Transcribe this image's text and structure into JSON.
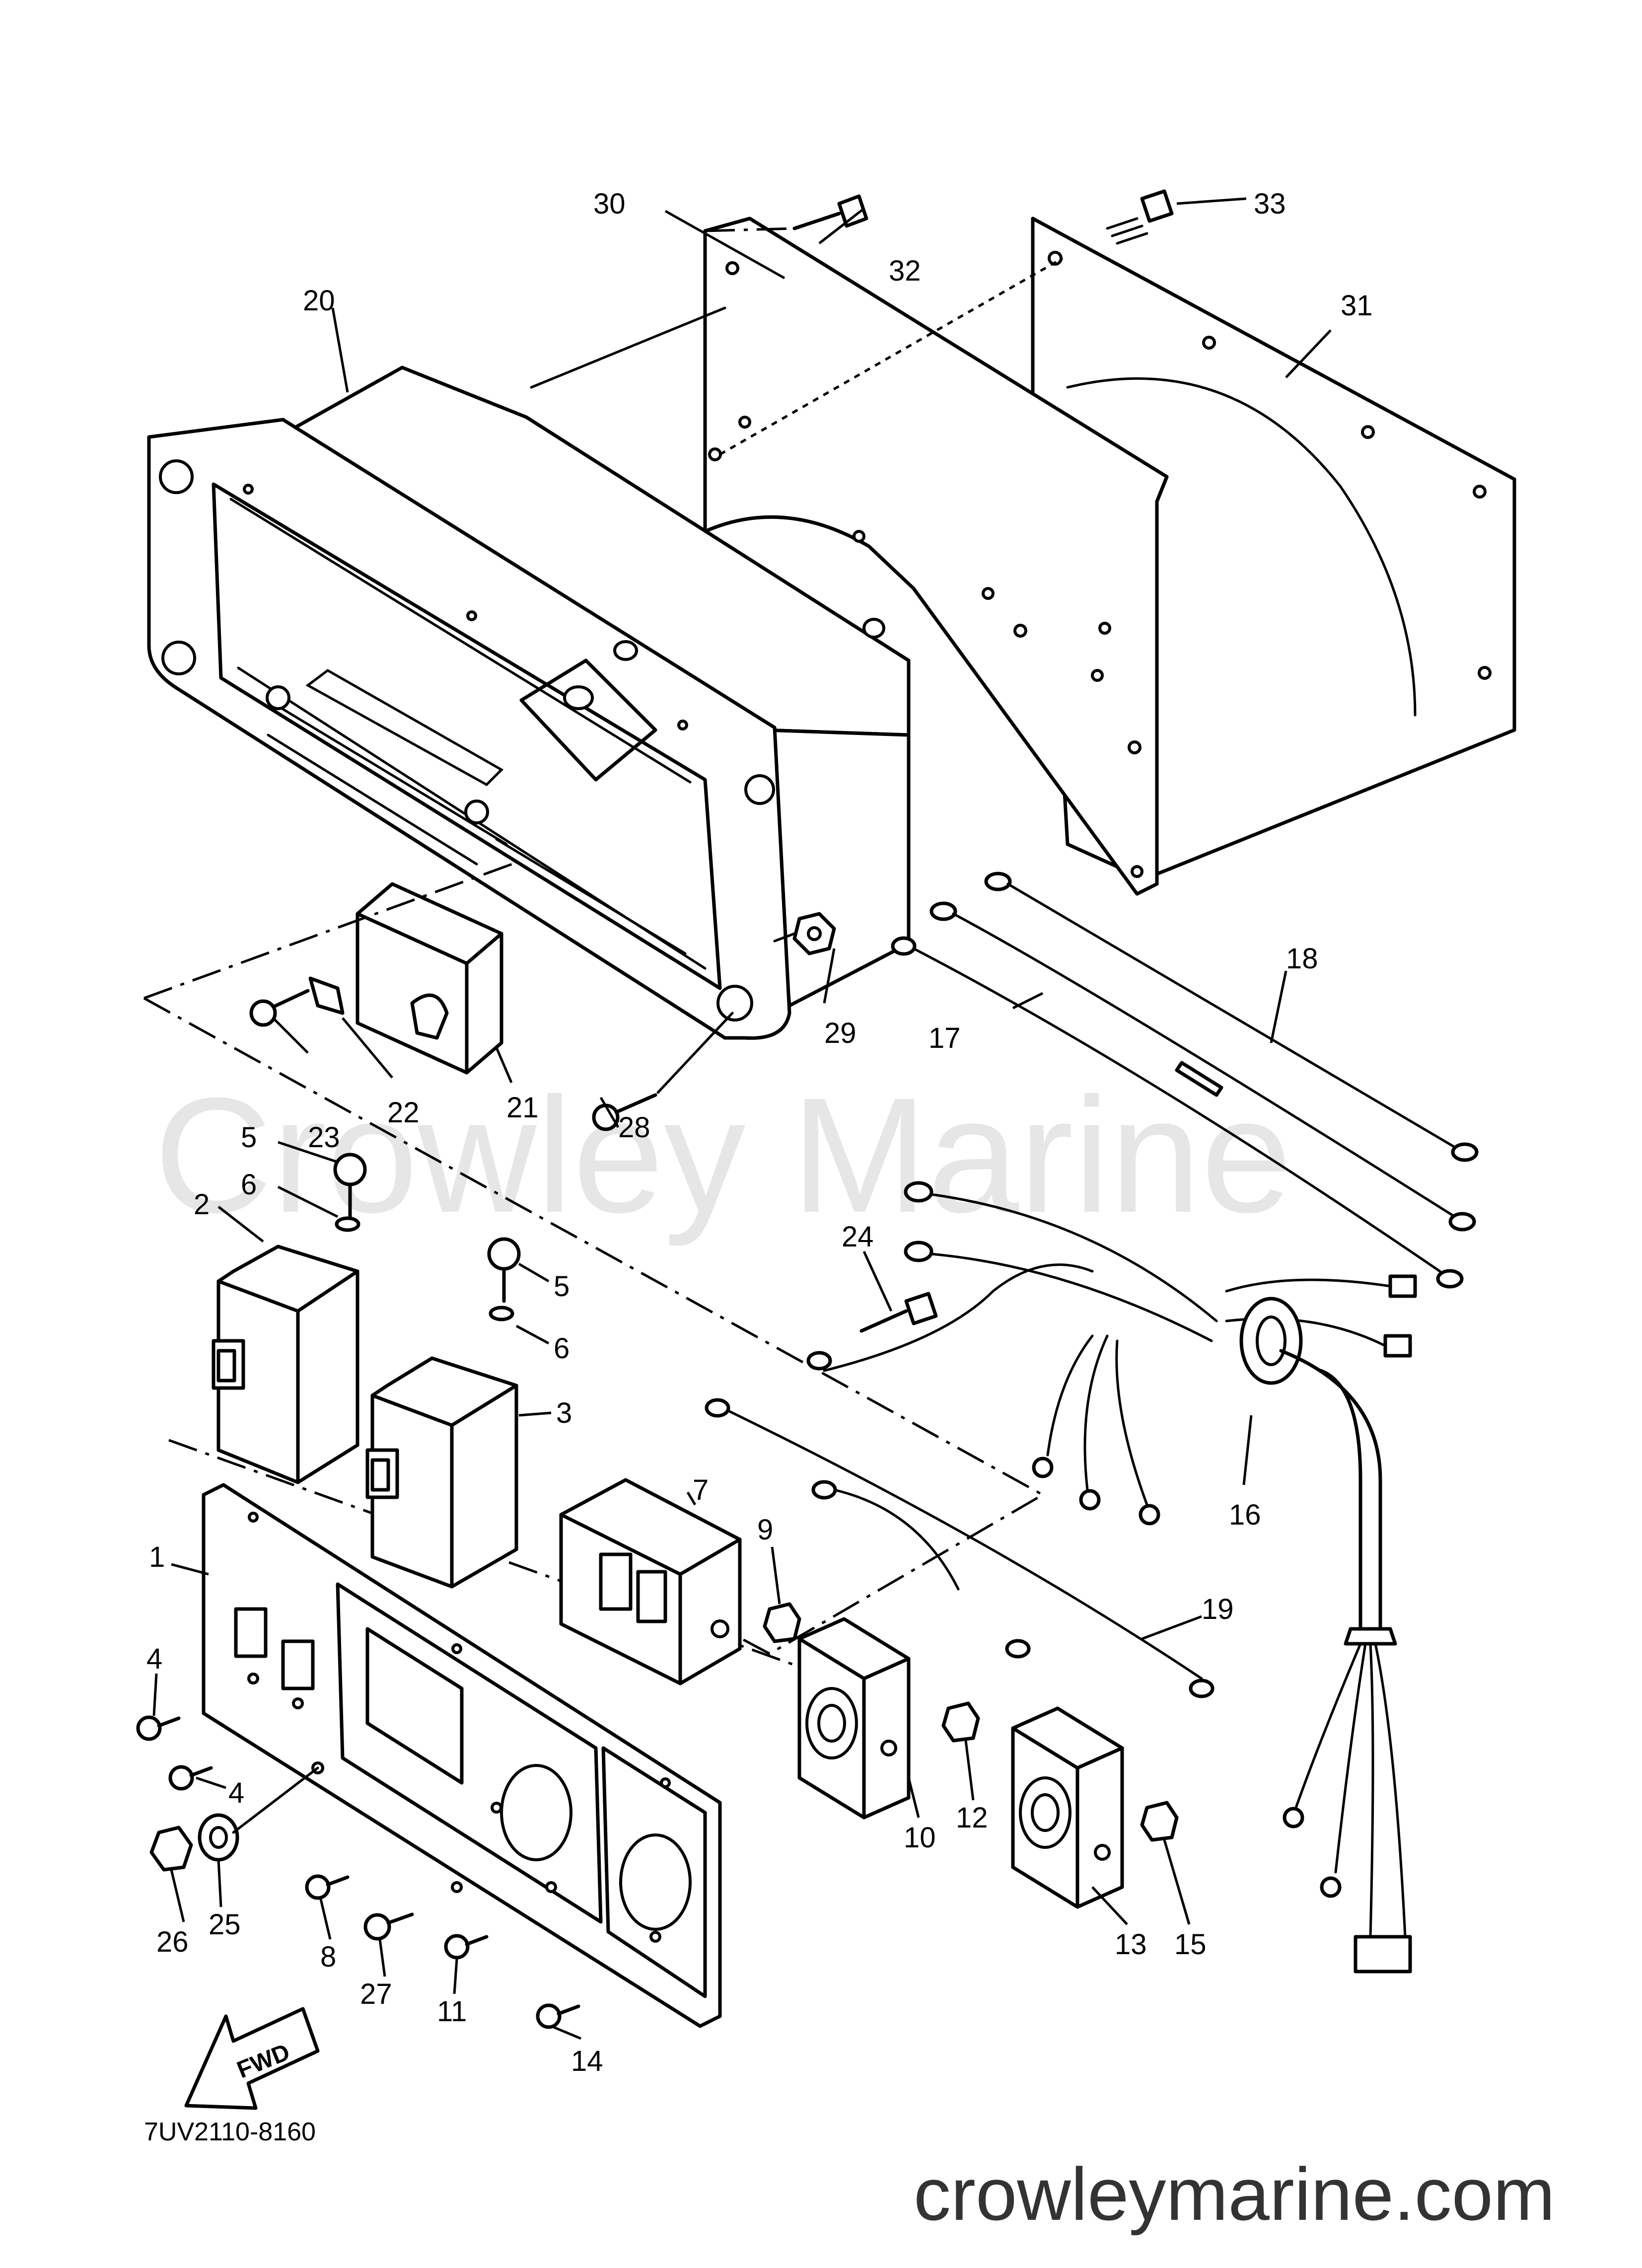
{
  "diagram_code": "7UV2110-8160",
  "watermark": "Crowley Marine",
  "website": "crowleymarine.com",
  "fwd_label": "FWD",
  "callouts": {
    "c1": "1",
    "c2": "2",
    "c3": "3",
    "c4a": "4",
    "c4b": "4",
    "c5a": "5",
    "c5b": "5",
    "c6a": "6",
    "c6b": "6",
    "c7": "7",
    "c8": "8",
    "c9": "9",
    "c10": "10",
    "c11": "11",
    "c12": "12",
    "c13": "13",
    "c14": "14",
    "c15": "15",
    "c16": "16",
    "c17": "17",
    "c18": "18",
    "c19": "19",
    "c20": "20",
    "c21": "21",
    "c22": "22",
    "c23": "23",
    "c24": "24",
    "c25": "25",
    "c26": "26",
    "c27": "27",
    "c28": "28",
    "c29": "29",
    "c30": "30",
    "c31": "31",
    "c32": "32",
    "c33": "33"
  }
}
